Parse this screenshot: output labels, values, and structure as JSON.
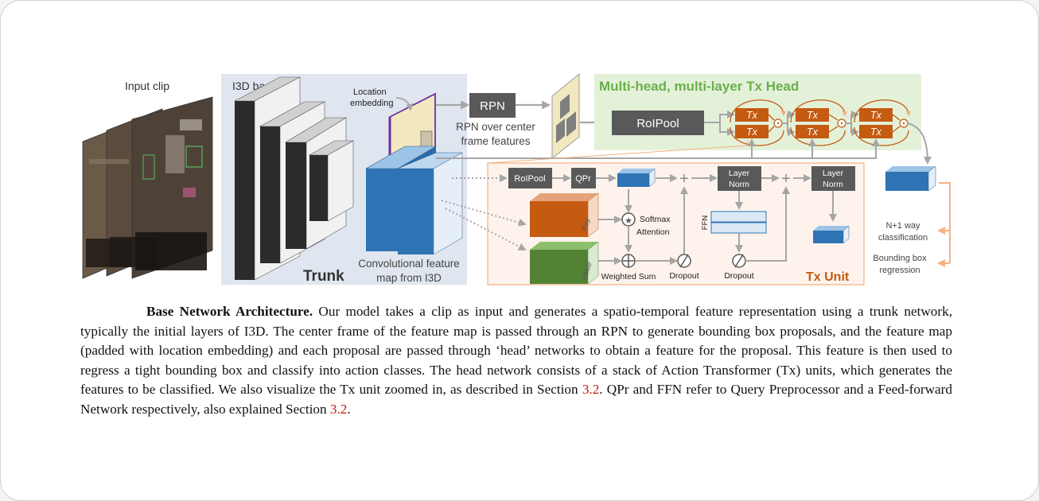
{
  "figure": {
    "input_clip": "Input clip",
    "i3d_base": "I3D base",
    "trunk": "Trunk",
    "location_embedding_1": "Location",
    "location_embedding_2": "embedding",
    "conv_feature_1": "Convolutional feature",
    "conv_feature_2": "map from I3D",
    "rpn": "RPN",
    "rpn_over_1": "RPN over center",
    "rpn_over_2": "frame features",
    "head_title": "Multi-head, multi-layer Tx Head",
    "roipool": "RoIPool",
    "tx": "Tx",
    "classification_1": "N+1 way",
    "classification_2": "classification",
    "bbox_1": "Bounding box",
    "bbox_2": "regression",
    "unit": {
      "roipool": "RoIPool",
      "qpr": "QPr",
      "key": "Key",
      "value": "Value",
      "softmax_1": "Softmax",
      "softmax_2": "Attention",
      "weighted_sum": "Weighted Sum",
      "dropout_1": "Dropout",
      "dropout_2": "Dropout",
      "layer": "Layer",
      "norm": "Norm",
      "ffn": "FFN",
      "title": "Tx Unit"
    },
    "colors": {
      "trunk_bg": "#dfe6ef",
      "head_bg": "#e4f1d9",
      "head_title": "#6ab04c",
      "tx_orange": "#c55a11",
      "unit_border": "#f4b183",
      "unit_bg": "#fdf3ec",
      "feature_blue": "#2e74b5"
    }
  },
  "caption": {
    "lead": "Base Network Architecture.",
    "seg1": " Our model takes a clip as input and generates a spatio-temporal feature representation using a trunk network, typically the initial layers of I3D. The center frame of the feature map is passed through an RPN to generate bounding box proposals, and the feature map (padded with location embedding) and each proposal are passed through ‘head’ networks to obtain a feature for the proposal. This feature is then used to regress a tight bounding box and classify into action classes. The head network consists of a stack of Action Transformer (Tx) units, which generates the features to be classified. We also visualize the Tx unit zoomed in, as described in Section ",
    "ref1": "3.2",
    "seg2": ". QPr and FFN refer to Query Preprocessor and a Feed-forward Network respectively, also explained Section ",
    "ref2": "3.2",
    "seg3": "."
  }
}
